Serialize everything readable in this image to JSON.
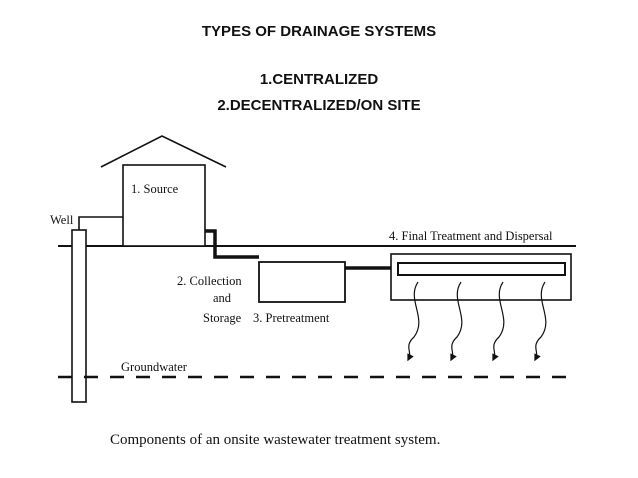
{
  "slide": {
    "title": "TYPES OF DRAINAGE SYSTEMS",
    "items": [
      "1.CENTRALIZED",
      "2.DECENTRALIZED/ON SITE"
    ]
  },
  "diagram": {
    "labels": {
      "source": "1.  Source",
      "well": "Well",
      "collection_line1": "2.  Collection",
      "collection_line2": "and",
      "collection_line3": "Storage",
      "pretreatment": "3.  Pretreatment",
      "final_treatment": "4.  Final Treatment and Dispersal",
      "groundwater": "Groundwater"
    },
    "caption": "Components of an onsite wastewater treatment system."
  }
}
